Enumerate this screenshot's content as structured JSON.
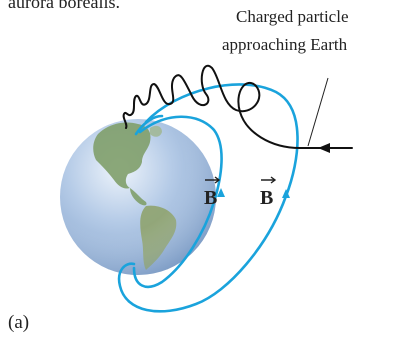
{
  "top_text": "aurora borealis.",
  "annotation": {
    "line1": "Charged particle",
    "line2": "approaching Earth"
  },
  "field_labels": [
    {
      "symbol": "B",
      "vector": true
    },
    {
      "symbol": "B",
      "vector": true
    }
  ],
  "panel_label": "(a)",
  "colors": {
    "field_line": "#1aa3dc",
    "particle_path": "#111111",
    "earth_ocean": "#8fb0d8",
    "earth_land": "#7f9e6a",
    "text": "#222222"
  }
}
